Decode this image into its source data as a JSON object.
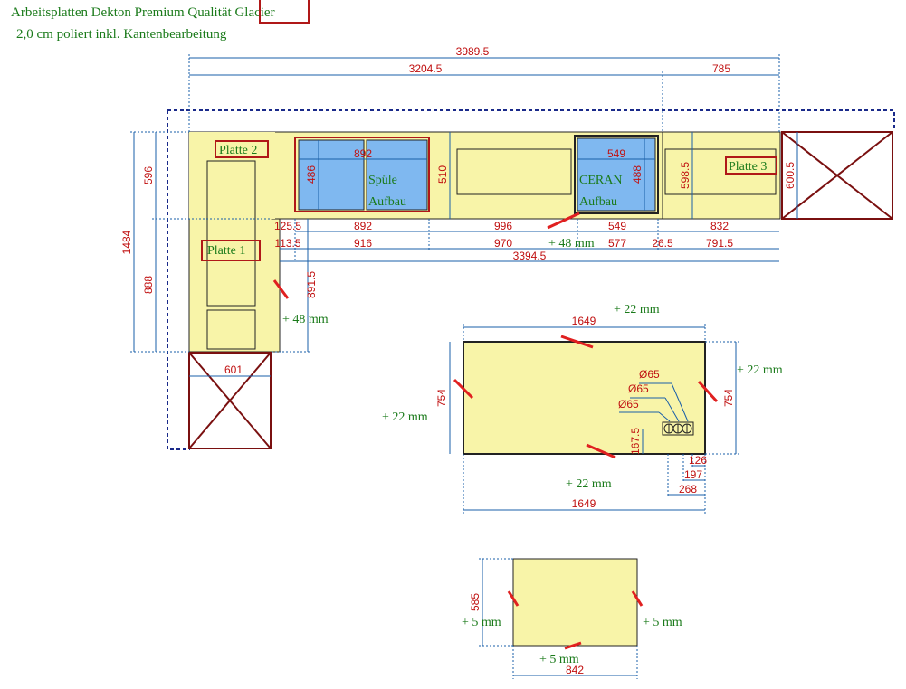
{
  "header": {
    "line1": "Arbeitsplatten Dekton Premium Qualität Glacier",
    "line2": "2,0 cm  poliert inkl. Kantenbearbeitung"
  },
  "labels": {
    "platte1": "Platte 1",
    "platte2": "Platte 2",
    "platte3": "Platte 3",
    "spuele1": "Spüle",
    "spuele2": "Aufbau",
    "ceran1": "CERAN",
    "ceran2": "Aufbau"
  },
  "dims": {
    "total_width": "3989.5",
    "width_left": "3204.5",
    "width_right": "785",
    "depth_left_total": "1484",
    "depth_596": "596",
    "depth_888": "888",
    "sink_w": "892",
    "sink_h": "486",
    "d510": "510",
    "ceran_w": "549",
    "ceran_h": "488",
    "p3_depth": "598.5",
    "p3_depth2": "600.5",
    "r1_a": "125.5",
    "r1_b": "892",
    "r1_c": "996",
    "r1_d": "549",
    "r1_e": "832",
    "r2_a": "113.5",
    "r2_b": "916",
    "r2_c": "970",
    "r2_d": "577",
    "r2_e": "26.5",
    "r2_f": "791.5",
    "r3": "3394.5",
    "leg_891": "891.5",
    "leg_601": "601",
    "island_w_top": "1649",
    "island_w_bot": "1649",
    "island_h_l": "754",
    "island_h_r": "754",
    "holes": [
      "Ø65",
      "Ø65",
      "Ø65"
    ],
    "d167": "167.5",
    "d126": "126",
    "d197": "197",
    "d268": "268",
    "small_h": "585",
    "small_w": "842"
  },
  "notes": {
    "plus48a": "+ 48 mm",
    "plus48b": "+ 48 mm",
    "island_top": "+ 22 mm",
    "island_left": "+ 22 mm",
    "island_right": "+ 22 mm",
    "island_bottom": "+ 22 mm",
    "small_left": "+ 5 mm",
    "small_right": "+ 5 mm",
    "small_bottom": "+ 5 mm"
  }
}
